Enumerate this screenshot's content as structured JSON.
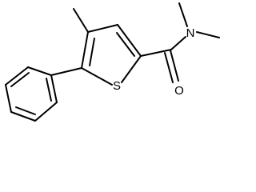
{
  "molecule": {
    "atoms": {
      "sulfur": "S",
      "oxygen": "O",
      "nitrogen": "N"
    }
  },
  "colors": {
    "bond": "#000000",
    "background": "#ffffff"
  }
}
